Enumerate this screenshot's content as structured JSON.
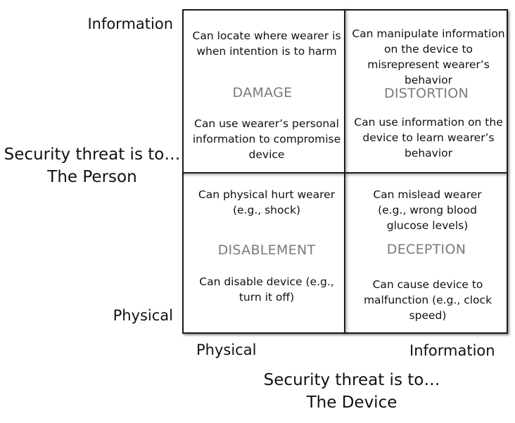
{
  "axes": {
    "y_top_label": "Information",
    "y_bottom_label": "Physical",
    "y_title_line1": "Security threat is to…",
    "y_title_line2": "The Person",
    "x_left_label": "Physical",
    "x_right_label": "Information",
    "x_title_line1": "Security threat is to…",
    "x_title_line2": "The Device"
  },
  "quadrants": {
    "damage": {
      "top_text": "Can locate where wearer is when intention is to harm",
      "category": "DAMAGE",
      "bottom_text": "Can use wearer’s personal information to compromise device"
    },
    "distortion": {
      "top_text": "Can manipulate information on the device to misrepresent wearer’s behavior",
      "category": "DISTORTION",
      "bottom_text": "Can use information on the device to learn wearer’s behavior"
    },
    "disablement": {
      "top_text": "Can physical hurt wearer (e.g., shock)",
      "category": "DISABLEMENT",
      "bottom_text": "Can disable device (e.g., turn it off)"
    },
    "deception": {
      "top_text": "Can mislead wearer (e.g., wrong blood glucose levels)",
      "category": "DECEPTION",
      "bottom_text": "Can cause device to malfunction (e.g., clock speed)"
    }
  }
}
